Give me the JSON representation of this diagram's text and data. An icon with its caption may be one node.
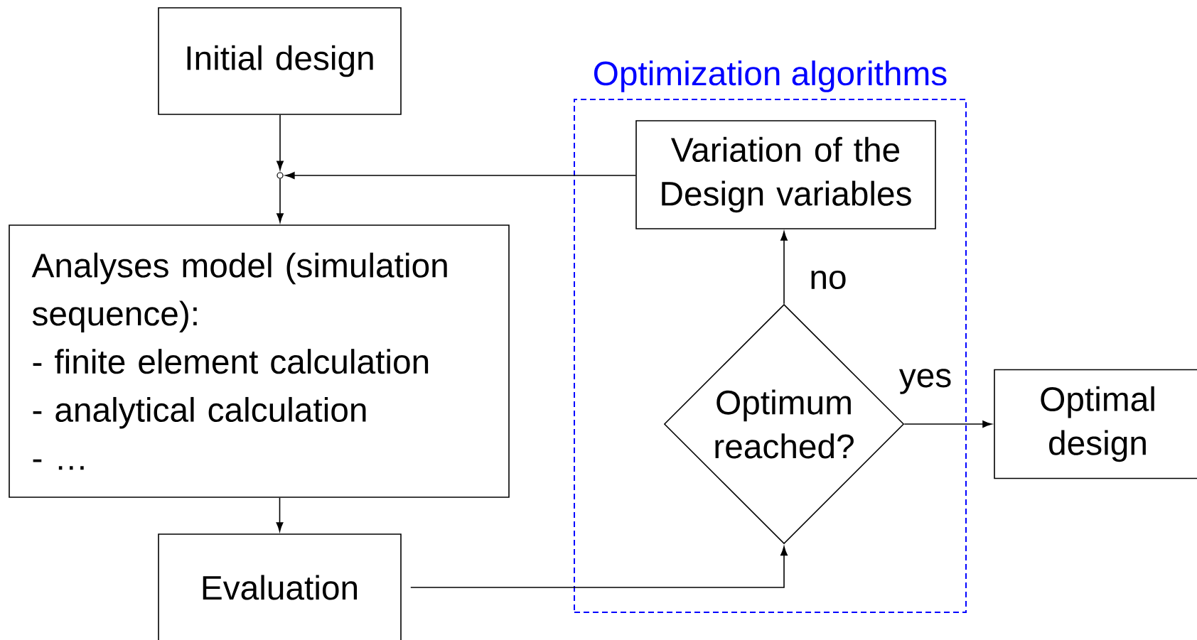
{
  "diagram": {
    "nodes": [
      {
        "text": [
          "Initial design"
        ]
      },
      {
        "text": [],
        "shape": "circle"
      },
      {
        "text": [
          "Analyses model (simulation sequence):",
          "- finite element calculation",
          "- analytical calculation",
          "- …"
        ]
      },
      {
        "text": [
          "Evaluation"
        ]
      },
      {
        "text": [
          "Optimization algorithms"
        ]
      },
      {
        "text": [
          "Variation of the Design variables"
        ],
        "in": 4
      },
      {
        "text": [
          "Optimum reached?"
        ],
        "in": 4
      },
      {
        "text": [
          "Optimal design"
        ]
      }
    ],
    "edges": [
      {
        "from": 0,
        "to": 1,
        "arrow": "to"
      },
      {
        "from": 1,
        "to": 2,
        "arrow": "to"
      },
      {
        "from": 5,
        "to": 1,
        "arrow": "to"
      },
      {
        "from": 2,
        "to": 3,
        "arrow": "to"
      },
      {
        "from": 3,
        "to": 6,
        "arrow": "to"
      },
      {
        "from": 6,
        "to": 5,
        "label": "no",
        "arrow": "to"
      },
      {
        "from": 6,
        "to": 7,
        "label": "yes",
        "arrow": "to"
      }
    ]
  }
}
